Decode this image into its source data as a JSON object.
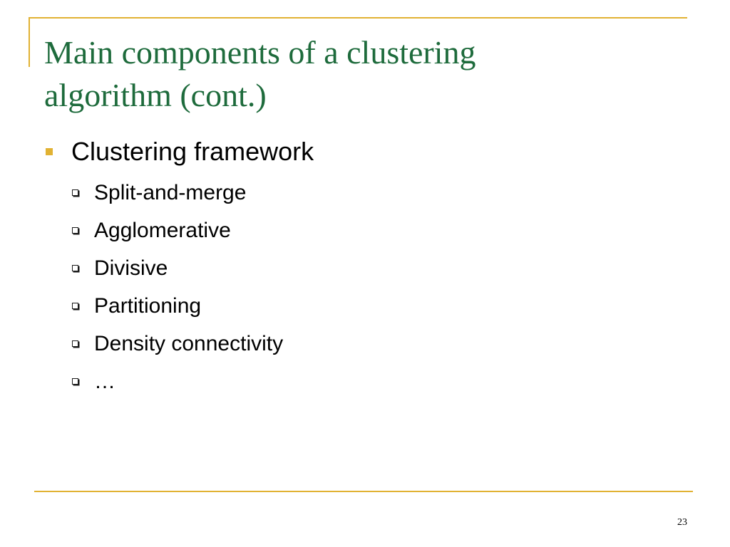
{
  "slide": {
    "title_line1": "Main components of a clustering",
    "title_line2": "algorithm (cont.)",
    "bullet": "Clustering framework",
    "sub_items": [
      "Split-and-merge",
      "Agglomerative",
      "Divisive",
      "Partitioning",
      "Density connectivity",
      "…"
    ],
    "page_number": "23"
  },
  "colors": {
    "title": "#1e6b3c",
    "accent_gold": "#e1b233",
    "text": "#000000"
  }
}
